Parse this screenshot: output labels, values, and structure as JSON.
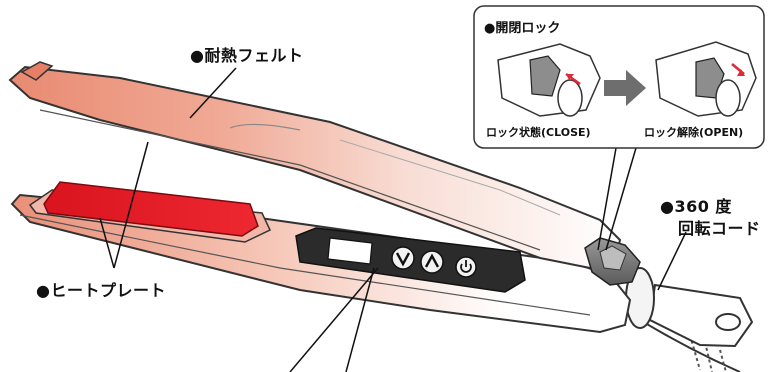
{
  "callouts": {
    "felt": "●耐熱フェルト",
    "plate": "●ヒートプレート",
    "cord_line1": "●360 度",
    "cord_line2": "回転コード",
    "lock_title": "●開閉ロック",
    "lock_close": "ロック状態(CLOSE)",
    "lock_open": "ロック解除(OPEN)"
  },
  "icons": {
    "down": "chevron-down-icon",
    "up": "chevron-up-icon",
    "power": "power-icon"
  },
  "colors": {
    "plate_red": "#e0151f",
    "gradient_salmon": "#e98f78",
    "outline": "#2a2a2a",
    "panel": "#2b2b2b",
    "arrow_red": "#e0283a",
    "arrow_gray": "#6e6e6e"
  }
}
